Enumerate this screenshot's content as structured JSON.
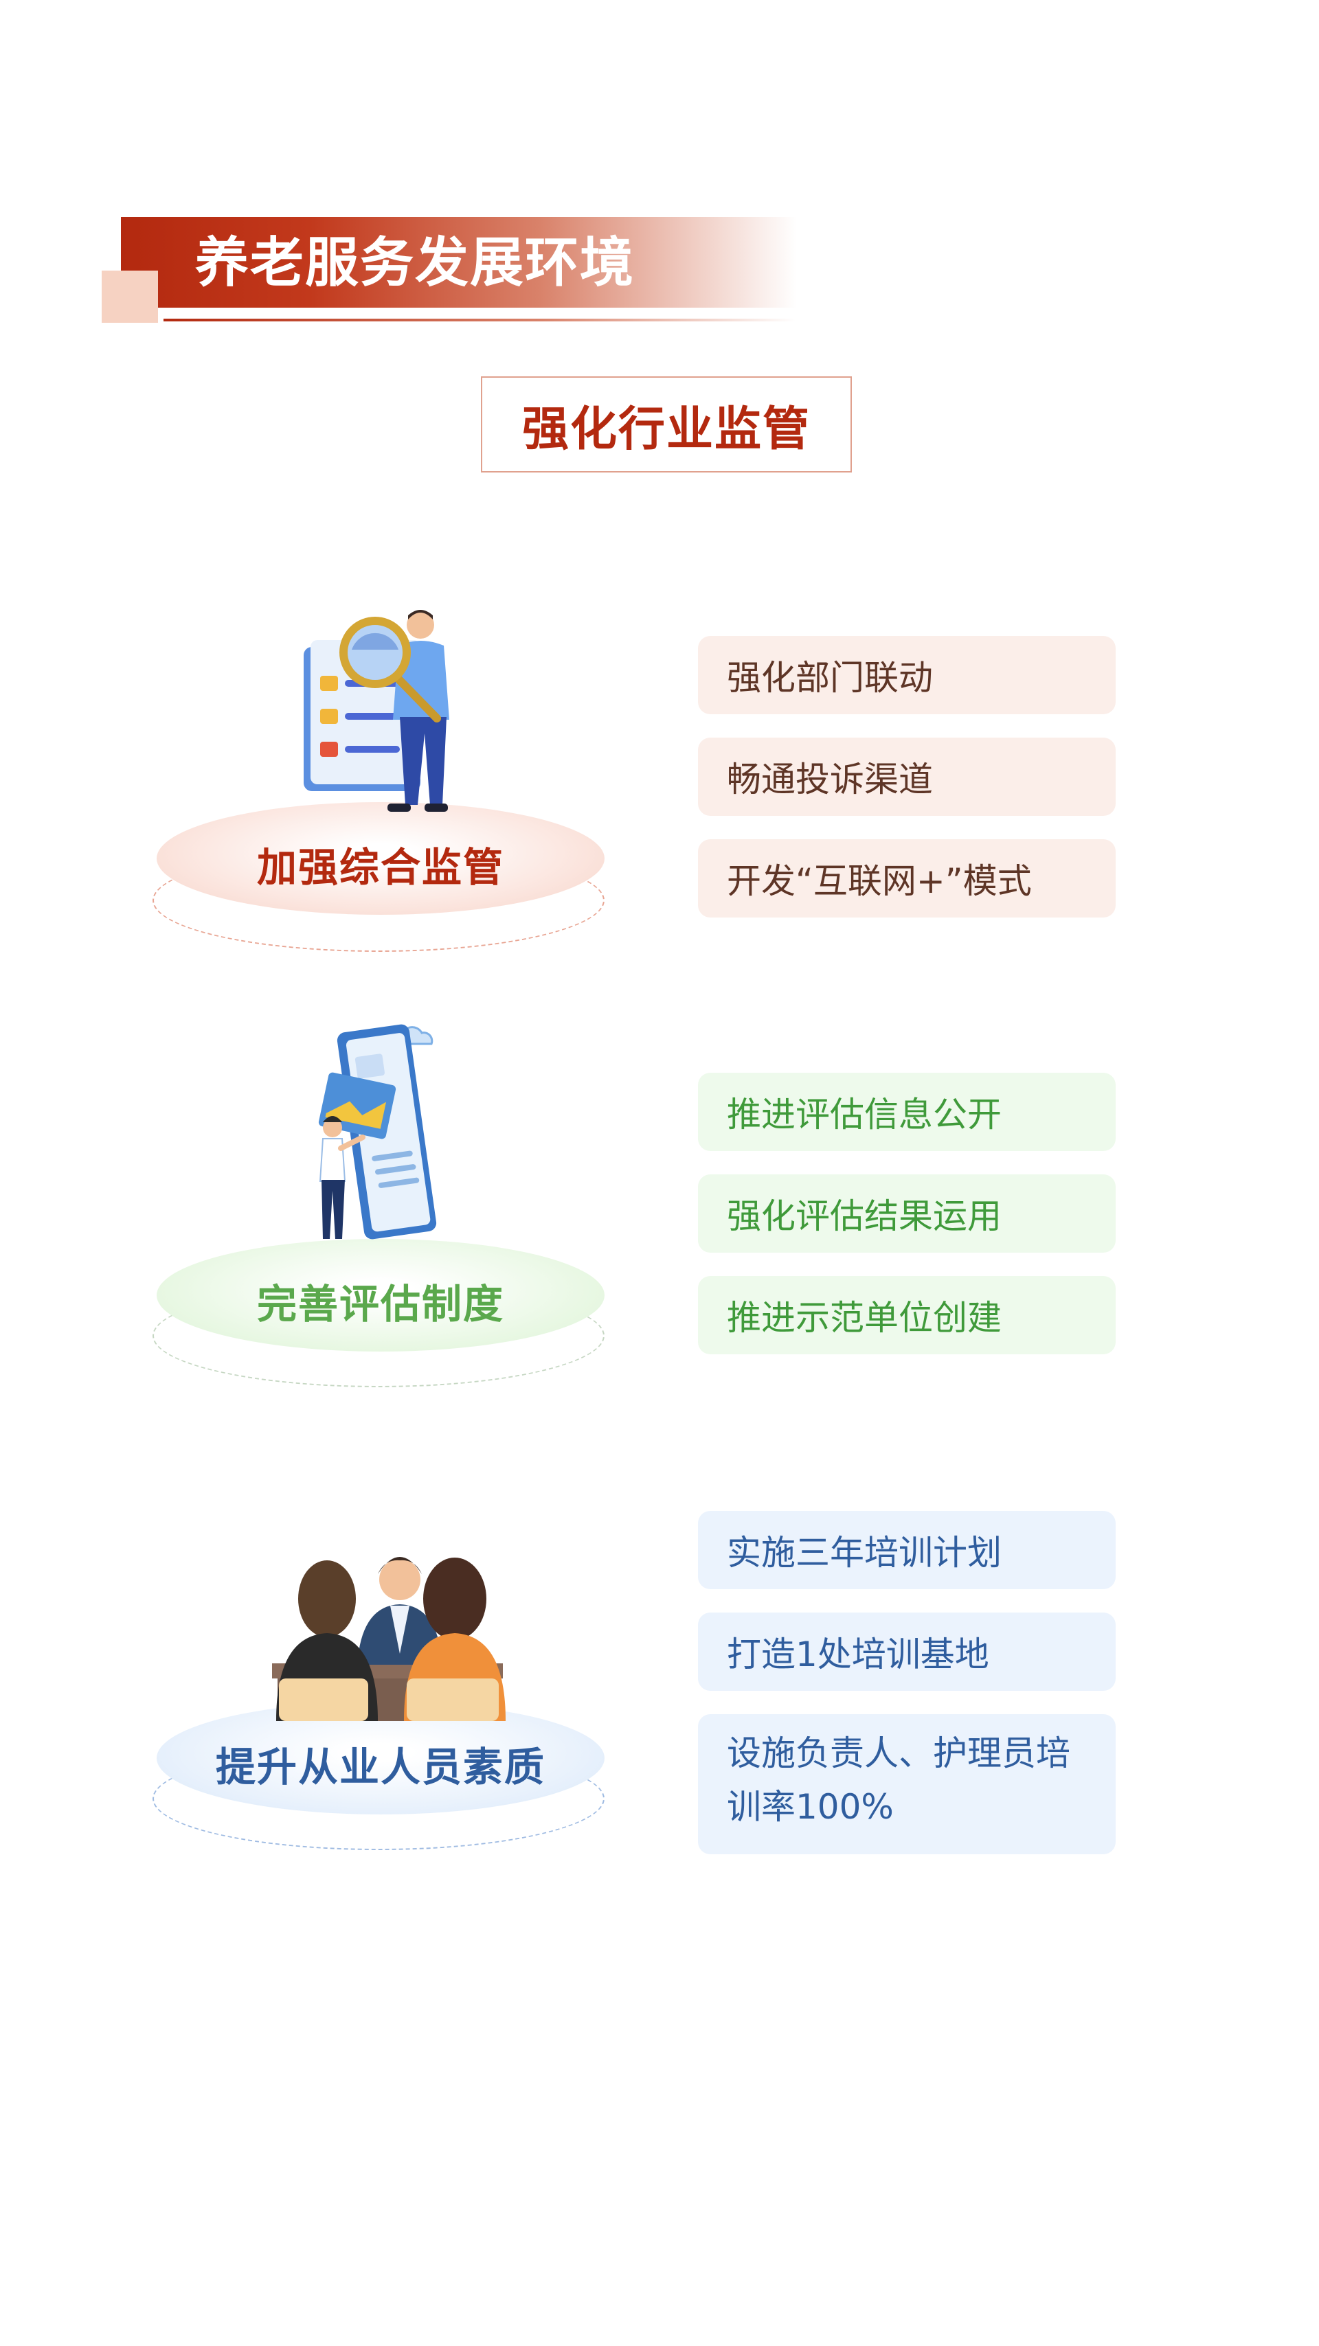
{
  "header": {
    "title": "养老服务发展环境",
    "subtitle": "强化行业监管"
  },
  "sections": [
    {
      "label": "加强综合监管",
      "icon": "supervision-checklist-icon",
      "color": "#b3290f",
      "items": [
        "强化部门联动",
        "畅通投诉渠道",
        "开发“互联网+”模式"
      ]
    },
    {
      "label": "完善评估制度",
      "icon": "evaluation-tablet-icon",
      "color": "#5aa84c",
      "items": [
        "推进评估信息公开",
        "强化评估结果运用",
        "推进示范单位创建"
      ]
    },
    {
      "label": "提升从业人员素质",
      "icon": "training-people-icon",
      "color": "#2f5d9e",
      "items": [
        "实施三年培训计划",
        "打造1处培训基地",
        "设施负责人、护理员培训率100%"
      ]
    }
  ]
}
